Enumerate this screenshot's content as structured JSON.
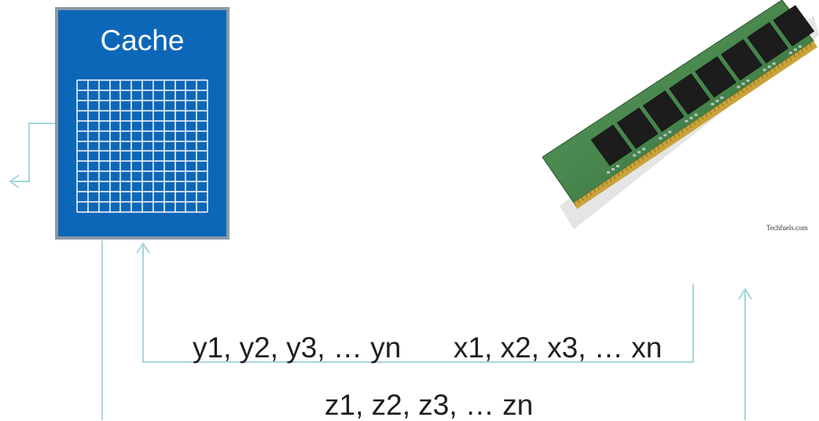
{
  "cache": {
    "label": "Cache",
    "fill_color": "#0d67b8",
    "border_color": "#8a9aa5",
    "grid": {
      "rows": 13,
      "cols": 12,
      "line_color": "#ffffff"
    }
  },
  "memory": {
    "image": "ram-module",
    "source_label": "Techfuels.com"
  },
  "streams": {
    "y": "y1, y2, y3, … yn",
    "x": "x1, x2, x3, … xn",
    "z": "z1, z2, z3, … zn"
  },
  "connector_color": "#a6d4dc"
}
